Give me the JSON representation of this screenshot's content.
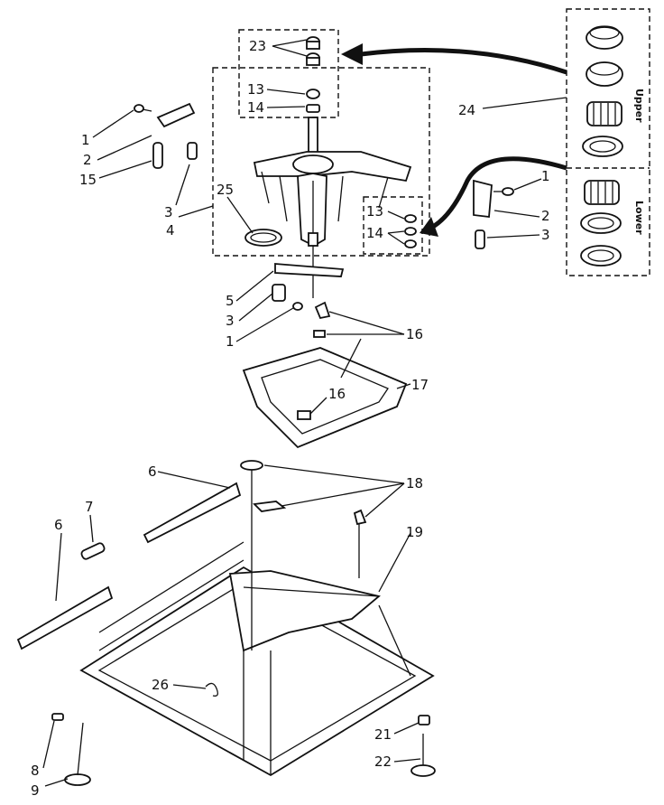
{
  "labels": {
    "l1a": "1",
    "l2a": "2",
    "l15": "15",
    "l3a": "3",
    "l4": "4",
    "l25": "25",
    "l23": "23",
    "l13a": "13",
    "l14a": "14",
    "l24": "24",
    "l1b": "1",
    "l2b": "2",
    "l3b": "3",
    "l13b": "13",
    "l14b": "14",
    "l5": "5",
    "l3c": "3",
    "l1c": "1",
    "l16a": "16",
    "l16b": "16",
    "l17": "17",
    "l6a": "6",
    "l6b": "6",
    "l7": "7",
    "l18": "18",
    "l19": "19",
    "l26": "26",
    "l8": "8",
    "l9": "9",
    "l21": "21",
    "l22": "22"
  },
  "bearing_panel": {
    "upper": "Upper",
    "lower": "Lower"
  }
}
